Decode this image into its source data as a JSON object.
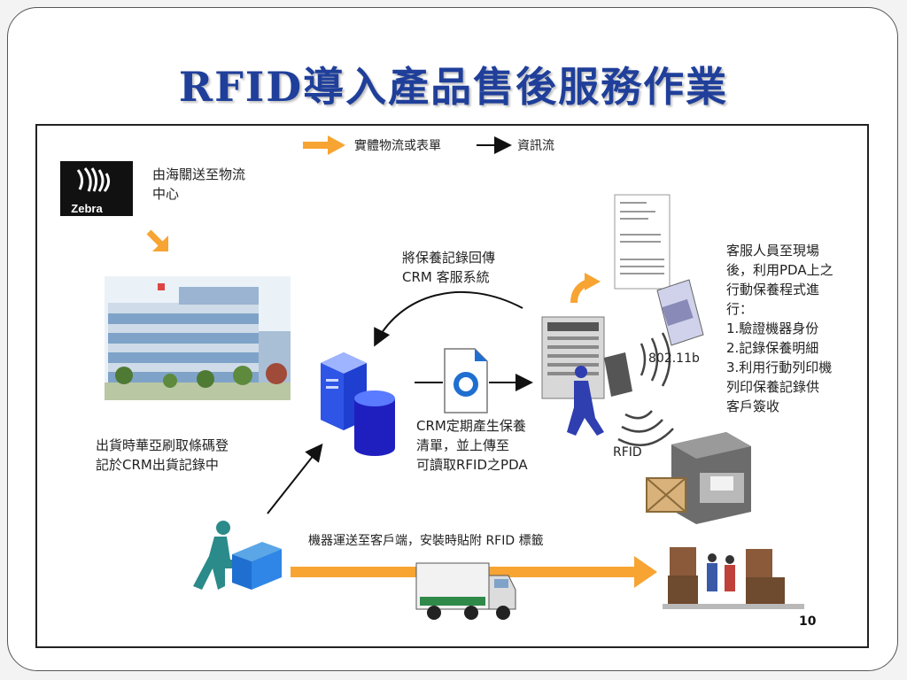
{
  "slide": {
    "title": "RFID導入產品售後服務作業",
    "page_number": "10"
  },
  "legend": {
    "physical_label": "實體物流或表單",
    "info_label": "資訊流"
  },
  "zebra": {
    "logo_text": "Zebra",
    "caption": "由海關送至物流\n中心"
  },
  "shipping": {
    "caption": "出貨時華亞刷取條碼登\n記於CRM出貨記錄中"
  },
  "crm": {
    "return_caption": "將保養記錄回傳\nCRM  客服系統",
    "generate_caption": "CRM定期產生保養\n清單，並上傳至\n可讀取RFID之PDA"
  },
  "wireless": {
    "wifi_label": "802.11b",
    "rfid_label": "RFID"
  },
  "service": {
    "intro": "客服人員至現場\n後，利用PDA上之\n行動保養程式進\n行：",
    "steps": [
      "1.驗證機器身份",
      "2.記錄保養明細",
      "3.利用行動列印機\n  列印保養記錄供\n  客戶簽收"
    ]
  },
  "delivery": {
    "caption": "機器運送至客戶端，安裝時貼附 RFID 標籤"
  },
  "colors": {
    "title": "#1f3f9a",
    "physical_arrow": "#f7a433",
    "info_arrow": "#111111",
    "server_blue": "#1f3fd0"
  }
}
